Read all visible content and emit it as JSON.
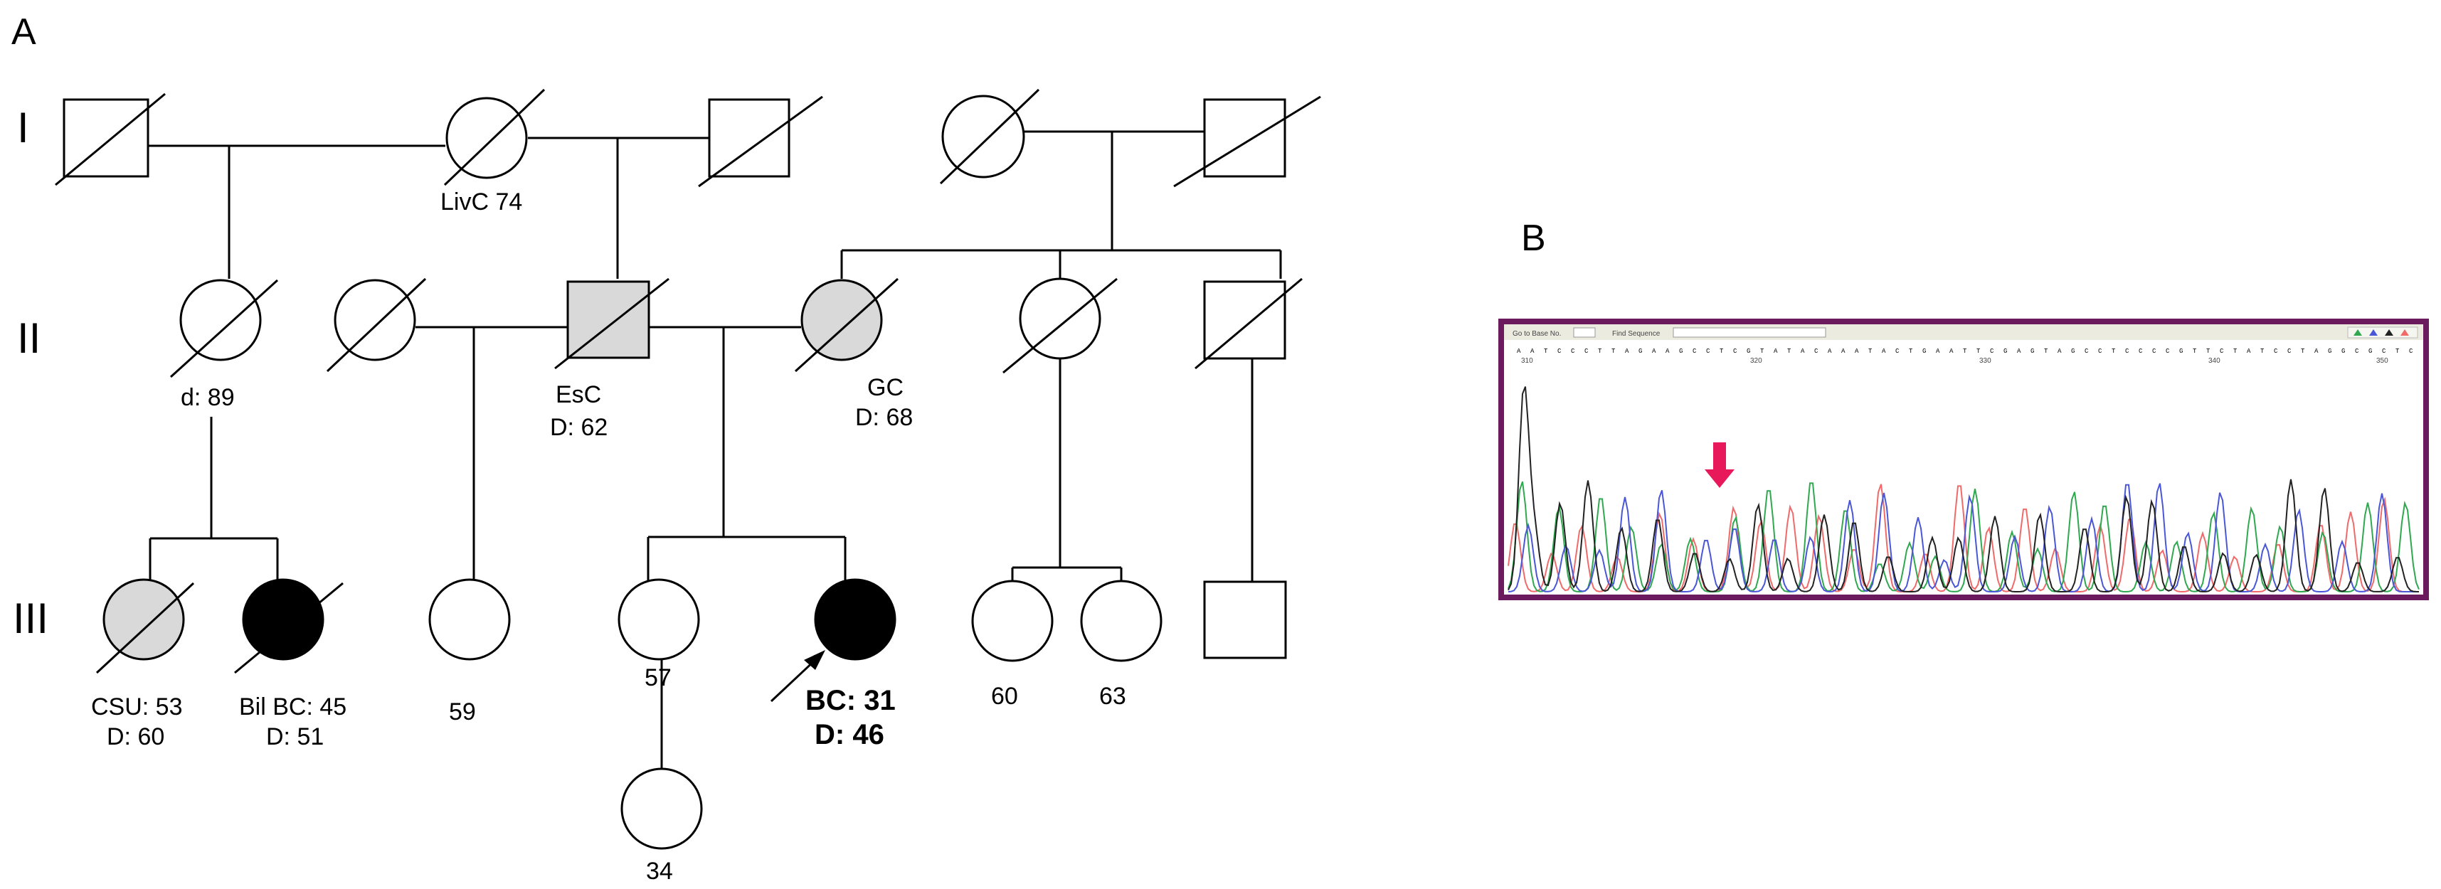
{
  "panels": {
    "a": "A",
    "b": "B"
  },
  "generations": [
    "I",
    "II",
    "III"
  ],
  "labels": {
    "livc": "LivC 74",
    "d89": "d: 89",
    "esc": "EsC",
    "esc_d": "D: 62",
    "gc": "GC",
    "gc_d": "D: 68",
    "csu": "CSU: 53",
    "csu_d": "D: 60",
    "bilbc": "Bil BC: 45",
    "bilbc_d": "D: 51",
    "p59": "59",
    "p57": "57",
    "proband": "BC: 31",
    "proband_d": "D: 46",
    "p60": "60",
    "p63": "63",
    "p34": "34"
  },
  "colors": {
    "affected_full": "#000000",
    "affected_partial": "#d9d9d9",
    "frame": "#6b1a5e",
    "arrow": "#e8195a",
    "trace_a": "#2fa84f",
    "trace_c": "#4a56d8",
    "trace_g": "#222222",
    "trace_t": "#f06a6a"
  },
  "chromatogram": {
    "toolbar_goto": "Go to Base No.",
    "toolbar_find": "Find Sequence",
    "ruler": [
      "310",
      "320",
      "330",
      "340",
      "350"
    ]
  }
}
